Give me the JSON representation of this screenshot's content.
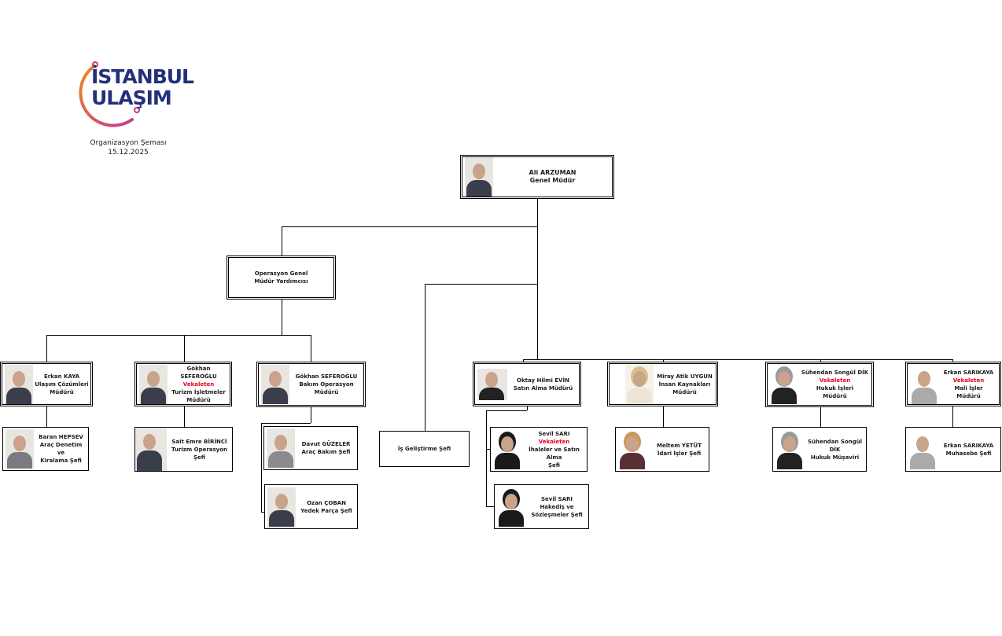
{
  "logo": {
    "line1": "İSTANBUL",
    "line2": "ULAŞIM",
    "colors": {
      "text": "#23307a",
      "arc_start": "#f28a1e",
      "arc_end": "#c23a8c"
    }
  },
  "caption": {
    "title": "Organizasyon Şeması",
    "date": "15.12.2025"
  },
  "acting_label": "Vekaleten",
  "colors": {
    "acting": "#e8001c"
  },
  "nodes": {
    "gm": {
      "name": "Ali ARZUMAN",
      "title": "Genel Müdür"
    },
    "ogmy": {
      "title1": "Operasyon  Genel",
      "title2": "Müdür Yardımcısı"
    },
    "erkan_kaya": {
      "name": "Erkan KAYA",
      "title1": "Ulaşım Çözümleri",
      "title2": "Müdürü"
    },
    "gokhan_turizm": {
      "name": "Gökhan SEFEROĞLU",
      "title1": "Turizm İşletmeler",
      "title2": "Müdürü"
    },
    "gokhan_bakim": {
      "name": "Gökhan SEFEROĞLU",
      "title1": "Bakım Operasyon",
      "title2": "Müdürü"
    },
    "baran": {
      "name": "Baran HEPSEV",
      "title1": "Araç Denetim ve",
      "title2": "Kiralama Şefi"
    },
    "sait": {
      "name": "Sait Emre BİRİNCİ",
      "title1": "Turizm Operasyon Şefi"
    },
    "davut": {
      "name": "Davut GÜZELER",
      "title1": "Araç Bakım Şefi"
    },
    "ozan": {
      "name": "Ozan ÇOBAN",
      "title1": "Yedek Parça Şefi"
    },
    "is_gelistirme": {
      "title1": "İş Geliştirme Şefi"
    },
    "oktay": {
      "name": "Oktay Hilmi EVİN",
      "title1": "Satın Alma Müdürü"
    },
    "miray": {
      "name": "Miray Atik UYGUN",
      "title1": "İnsan Kaynakları",
      "title2": "Müdürü"
    },
    "suhendan_hukuk": {
      "name": "Sühendan Songül DİK",
      "title1": "Hukuk İşleri",
      "title2": "Müdürü"
    },
    "erkan_mali": {
      "name": "Erkan SARIKAYA",
      "title1": "Mali İşler",
      "title2": "Müdürü"
    },
    "sevil_ihale": {
      "name": "Sevil SARI",
      "title1": "İhaleler ve Satın Alma",
      "title2": "Şefi"
    },
    "sevil_hakedis": {
      "name": "Sevil SARI",
      "title1": "Hakediş ve",
      "title2": "Sözleşmeler Şefi"
    },
    "meltem": {
      "name": "Meltem YETÜT",
      "title1": "İdari İşler Şefi"
    },
    "suhendan_musavir": {
      "name": "Sühendan Songül DİK",
      "title1": "Hukuk Müşaviri"
    },
    "erkan_muhasebe": {
      "name": "Erkan SARIKAYA",
      "title1": "Muhasebe Şefi"
    }
  }
}
